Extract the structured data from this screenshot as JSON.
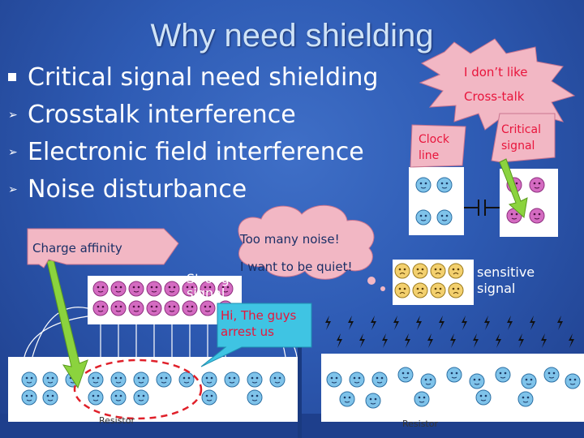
{
  "slide": {
    "title": "Why need shielding",
    "bullets": [
      {
        "marker": "square",
        "text": "Critical signal need shielding"
      },
      {
        "marker": "arrow",
        "text": "Crosstalk interference"
      },
      {
        "marker": "arrow",
        "text": "Electronic field interference"
      },
      {
        "marker": "arrow",
        "text": "Noise disturbance"
      }
    ]
  },
  "callouts": {
    "charge_affinity": "Charge affinity",
    "too_many_noise": "Too many noise!",
    "want_quiet": "I want to be quiet!",
    "hi_guys_line1": "Hi, The guys",
    "hi_guys_line2": "arrest us",
    "dont_like": "I don’t like",
    "cross_talk": "Cross-talk",
    "clock_line_1": "Clock",
    "clock_line_2": "line",
    "critical_1": "Critical",
    "critical_2": "signal"
  },
  "labels": {
    "strong_1": "Strong",
    "strong_2": "signal",
    "sensitive_1": "sensitive",
    "sensitive_2": "signal",
    "resistor_left": "Resistor",
    "resistor_right": "Resistor"
  },
  "colors": {
    "background": "#2e5bb4",
    "title": "#cfe3f7",
    "callout_fill": "#f2b7c4",
    "callout_text_red": "#e8153c",
    "bubble_cyan": "#3fc4e3",
    "arrow_green": "#8bd33e",
    "panel_white": "#ffffff",
    "electron_blue": "#7fc3ea",
    "proton_pink": "#d46bc1"
  },
  "icons": [
    "square-bullet-icon",
    "arrow-bullet-icon",
    "lightning-icon",
    "face-icon",
    "dashed-ellipse"
  ]
}
